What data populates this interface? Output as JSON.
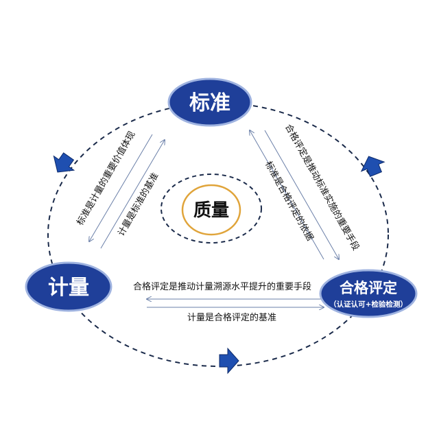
{
  "nodes": {
    "top": "标准",
    "left": "计量",
    "right": "合格评定",
    "right_sub": "（认证认可+检验检测）",
    "center": "质量"
  },
  "edges": {
    "left_outer": "标准是计量的重要价值体现",
    "left_inner": "计量是标准的基准",
    "right_outer": "合格评定是推动标准实施的重要手段",
    "right_inner": "标准是合格评定的依据",
    "bottom_top": "合格评定是推动计量溯源水平提升的重要手段",
    "bottom_bottom": "计量是合格评定的基准"
  },
  "colors": {
    "node_fill": "#1f3f99",
    "node_stroke": "#9fb3e0",
    "dash": "#1a2a4a",
    "arrow_fill": "#1f4fb0",
    "center_ring": "#e0a43a"
  }
}
